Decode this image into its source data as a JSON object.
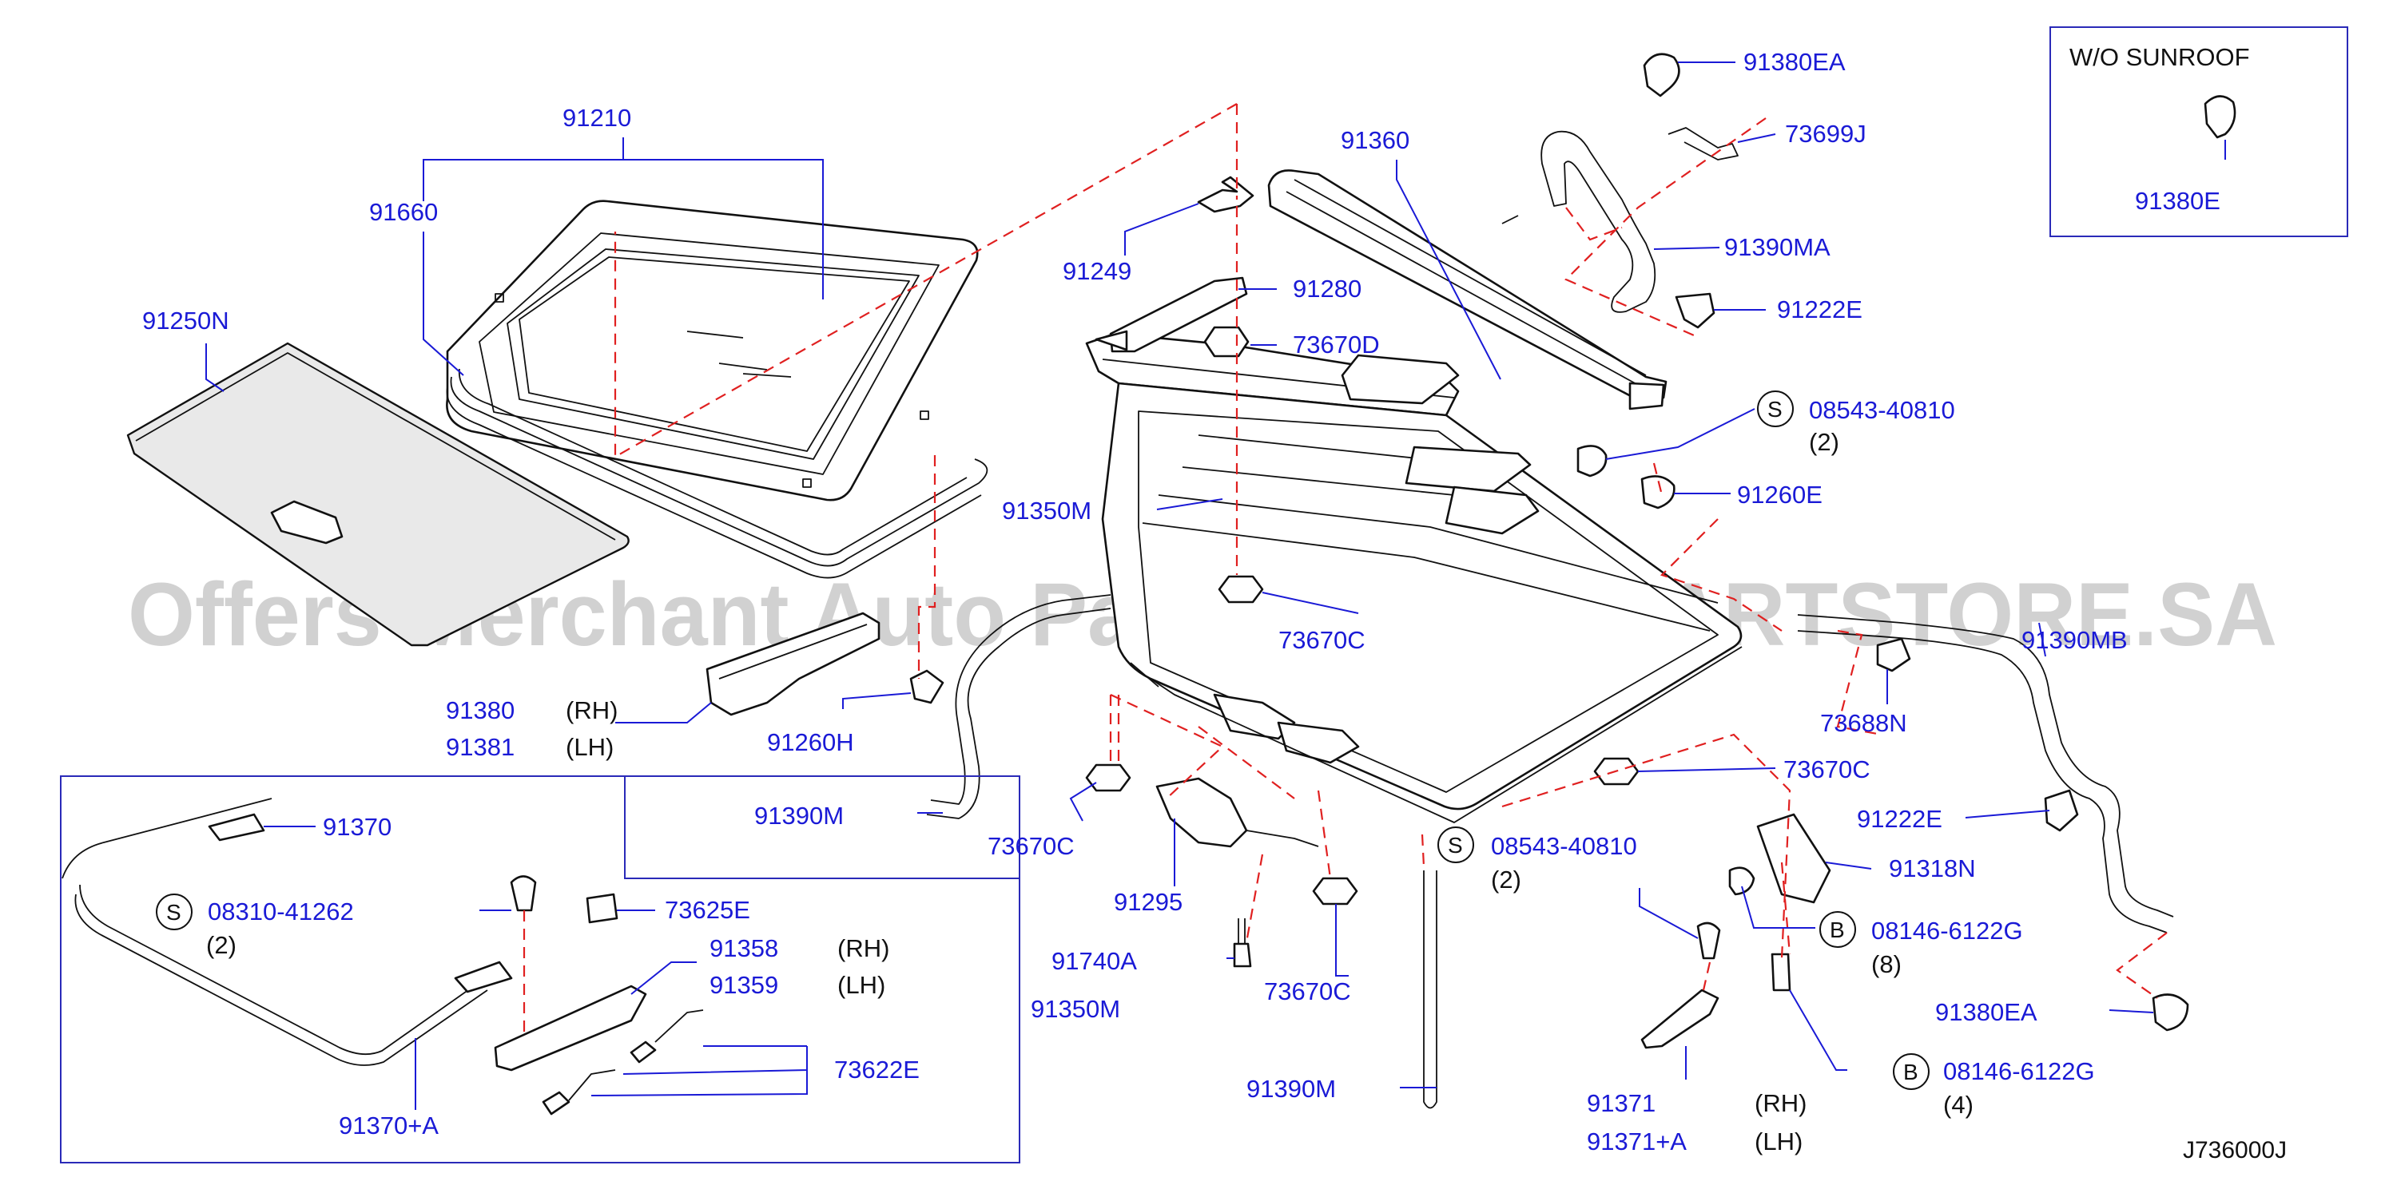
{
  "diagram_id": "J736000J",
  "watermark": "Offers Merchant Auto Parts Catalog PARTSTORE.SA",
  "inset": {
    "title": "W/O  SUNROOF",
    "part": "91380E"
  },
  "labels": {
    "p91210": "91210",
    "p91660": "91660",
    "p91250N": "91250N",
    "p91249": "91249",
    "p91360": "91360",
    "p91280": "91280",
    "p73670D": "73670D",
    "p91380EA_top": "91380EA",
    "p73699J": "73699J",
    "p91390MA": "91390MA",
    "p91222E_top": "91222E",
    "p08543_top": "08543-40810",
    "q08543_top": "(2)",
    "p91260E": "91260E",
    "p91350M_main": "91350M",
    "p73670C_mid": "73670C",
    "p91390MB": "91390MB",
    "p73688N": "73688N",
    "p91380": "91380",
    "s91380": "(RH)",
    "p91381": "91381",
    "s91381": "(LH)",
    "p91260H": "91260H",
    "p91390M_left": "91390M",
    "p73670C_left": "73670C",
    "p91295": "91295",
    "p91740A": "91740A",
    "p73670C_bot": "73670C",
    "p08543_bot": "08543-40810",
    "q08543_bot": "(2)",
    "p73670C_right": "73670C",
    "p91222E_right": "91222E",
    "p91318N": "91318N",
    "p08146_a": "08146-6122G",
    "q08146_a": "(8)",
    "p91380EA_bot": "91380EA",
    "p08146_b": "08146-6122G",
    "q08146_b": "(4)",
    "p91390M_bot": "91390M",
    "p91371": "91371",
    "s91371": "(RH)",
    "p91371A": "91371+A",
    "s91371A": "(LH)",
    "p91370": "91370",
    "p08310": "08310-41262",
    "q08310": "(2)",
    "p73625E": "73625E",
    "p91358": "91358",
    "s91358": "(RH)",
    "p91359": "91359",
    "s91359": "(LH)",
    "p91350M_box": "91350M",
    "p73622E": "73622E",
    "p91370A": "91370+A"
  },
  "markers": {
    "screw": "S",
    "bolt": "B"
  },
  "colors": {
    "part_number": "#1a1ad6",
    "leader": "#1a1ad6",
    "dashed_guide": "#e02020",
    "outline": "#111111"
  }
}
